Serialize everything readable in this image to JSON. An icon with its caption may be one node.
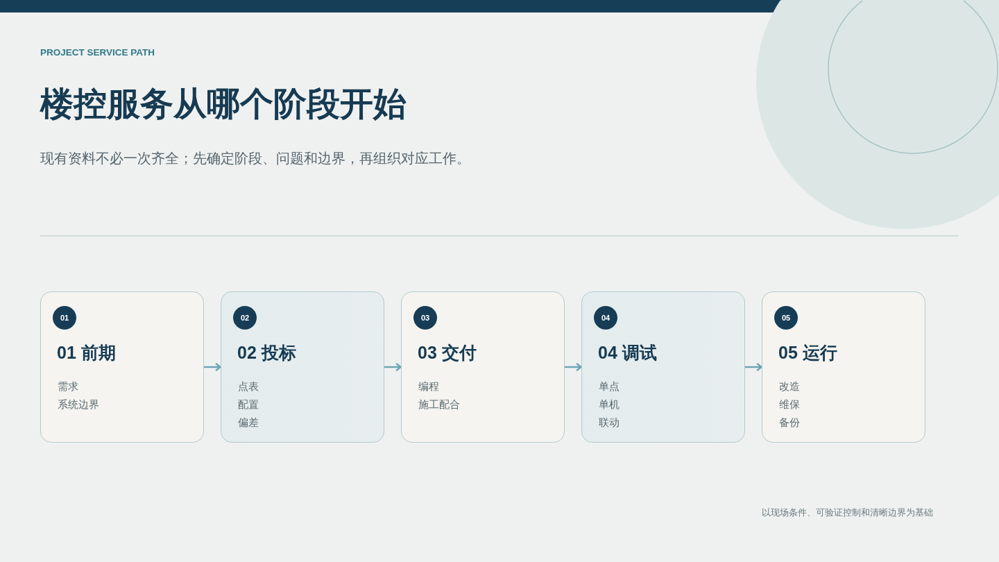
{
  "diagram": {
    "title": "楼控服务从哪个阶段开始",
    "nodes": [
      {
        "text": [
          "01 前期",
          "需求",
          "系统边界"
        ]
      },
      {
        "text": [
          "01"
        ],
        "in": 0
      },
      {
        "text": [
          "02 投标",
          "点表",
          "配置",
          "偏差"
        ]
      },
      {
        "text": [
          "02"
        ],
        "in": 2
      },
      {
        "text": [
          "03 交付",
          "编程",
          "施工配合"
        ]
      },
      {
        "text": [
          "03"
        ],
        "in": 4
      },
      {
        "text": [
          "04 调试",
          "单点",
          "单机",
          "联动"
        ]
      },
      {
        "text": [
          "04"
        ],
        "in": 6
      },
      {
        "text": [
          "05 运行",
          "改造",
          "维保",
          "备份"
        ]
      },
      {
        "text": [
          "05"
        ],
        "in": 8
      }
    ],
    "edges": [
      {
        "from": 0,
        "to": 2,
        "arrow": "to"
      },
      {
        "from": 2,
        "to": 4,
        "arrow": "to"
      },
      {
        "from": 4,
        "to": 6,
        "arrow": "to"
      },
      {
        "from": 6,
        "to": 8,
        "arrow": "to"
      }
    ],
    "labels": [
      "PROJECT SERVICE PATH",
      "现有资料不必一次齐全；先确定阶段、问题和边界，再组织对应工作。",
      "以现场条件、可验证控制和清晰边界为基础"
    ]
  }
}
